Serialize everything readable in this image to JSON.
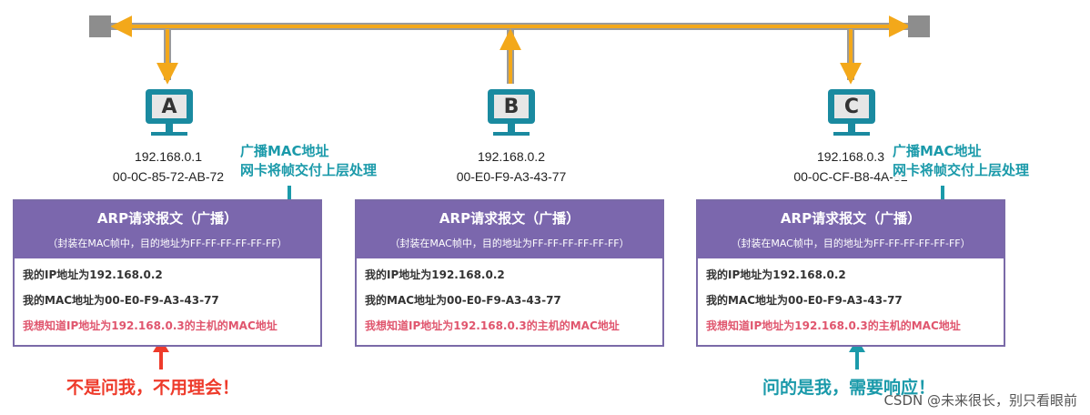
{
  "hosts": [
    {
      "label": "A",
      "ip": "192.168.0.1",
      "mac": "00-0C-85-72-AB-72"
    },
    {
      "label": "B",
      "ip": "192.168.0.2",
      "mac": "00-E0-F9-A3-43-77"
    },
    {
      "label": "C",
      "ip": "192.168.0.3",
      "mac": "00-0C-CF-B8-4A-82"
    }
  ],
  "broadcast_note": {
    "line1": "广播MAC地址",
    "line2": "网卡将帧交付上层处理"
  },
  "frame": {
    "title": "ARP请求报文（广播）",
    "subtitle": "（封装在MAC帧中，目的地址为FF-FF-FF-FF-FF-FF）",
    "line1": "我的IP地址为192.168.0.2",
    "line2": "我的MAC地址为00-E0-F9-A3-43-77",
    "line3": "我想知道IP地址为192.168.0.3的主机的MAC地址"
  },
  "reply_a": "不是问我，不用理会！",
  "reply_c": "问的是我，需要响应！",
  "watermark": "CSDN @未来很长，别只看眼前",
  "colors": {
    "bus": "#f3a81a",
    "bus_edge": "#9a9a9a",
    "host": "#1a8aa0",
    "frame_header": "#7b67ad",
    "teal_note": "#1b9aaa",
    "query": "#e0566e",
    "reject": "#ee3b2b",
    "accept": "#1b9aaa"
  }
}
